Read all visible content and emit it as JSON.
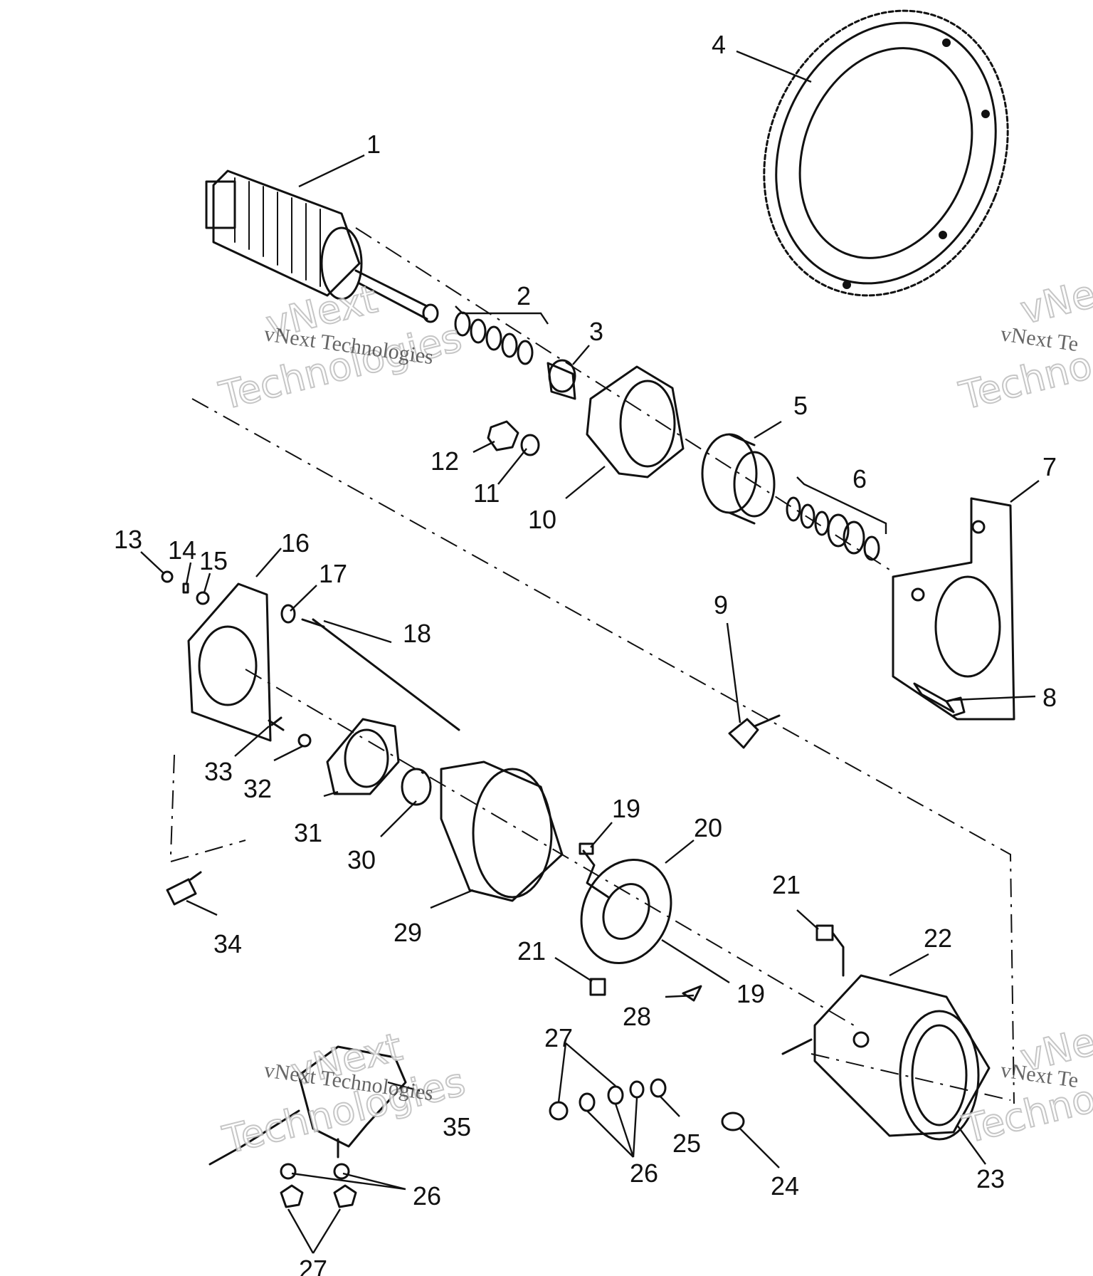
{
  "callouts": [
    {
      "id": "1",
      "text": "1"
    },
    {
      "id": "2",
      "text": "2"
    },
    {
      "id": "3",
      "text": "3"
    },
    {
      "id": "4",
      "text": "4"
    },
    {
      "id": "5",
      "text": "5"
    },
    {
      "id": "6",
      "text": "6"
    },
    {
      "id": "7",
      "text": "7"
    },
    {
      "id": "8",
      "text": "8"
    },
    {
      "id": "9",
      "text": "9"
    },
    {
      "id": "10",
      "text": "10"
    },
    {
      "id": "11",
      "text": "11"
    },
    {
      "id": "12",
      "text": "12"
    },
    {
      "id": "13",
      "text": "13"
    },
    {
      "id": "14",
      "text": "14"
    },
    {
      "id": "15",
      "text": "15"
    },
    {
      "id": "16",
      "text": "16"
    },
    {
      "id": "17",
      "text": "17"
    },
    {
      "id": "18",
      "text": "18"
    },
    {
      "id": "19a",
      "text": "19"
    },
    {
      "id": "19b",
      "text": "19"
    },
    {
      "id": "20",
      "text": "20"
    },
    {
      "id": "21a",
      "text": "21"
    },
    {
      "id": "21b",
      "text": "21"
    },
    {
      "id": "22",
      "text": "22"
    },
    {
      "id": "23",
      "text": "23"
    },
    {
      "id": "24",
      "text": "24"
    },
    {
      "id": "25",
      "text": "25"
    },
    {
      "id": "26a",
      "text": "26"
    },
    {
      "id": "26b",
      "text": "26"
    },
    {
      "id": "27a",
      "text": "27"
    },
    {
      "id": "27b",
      "text": "27"
    },
    {
      "id": "28",
      "text": "28"
    },
    {
      "id": "29",
      "text": "29"
    },
    {
      "id": "30",
      "text": "30"
    },
    {
      "id": "31",
      "text": "31"
    },
    {
      "id": "32",
      "text": "32"
    },
    {
      "id": "33",
      "text": "33"
    },
    {
      "id": "34",
      "text": "34"
    },
    {
      "id": "35",
      "text": "35"
    }
  ],
  "watermark": {
    "company": "vNext Technologies",
    "big_top": "vNext",
    "big_bottom": "Technologies",
    "partial_small": "vNext Te",
    "partial_big_top": "vNe",
    "partial_big_bottom": "Techno"
  }
}
